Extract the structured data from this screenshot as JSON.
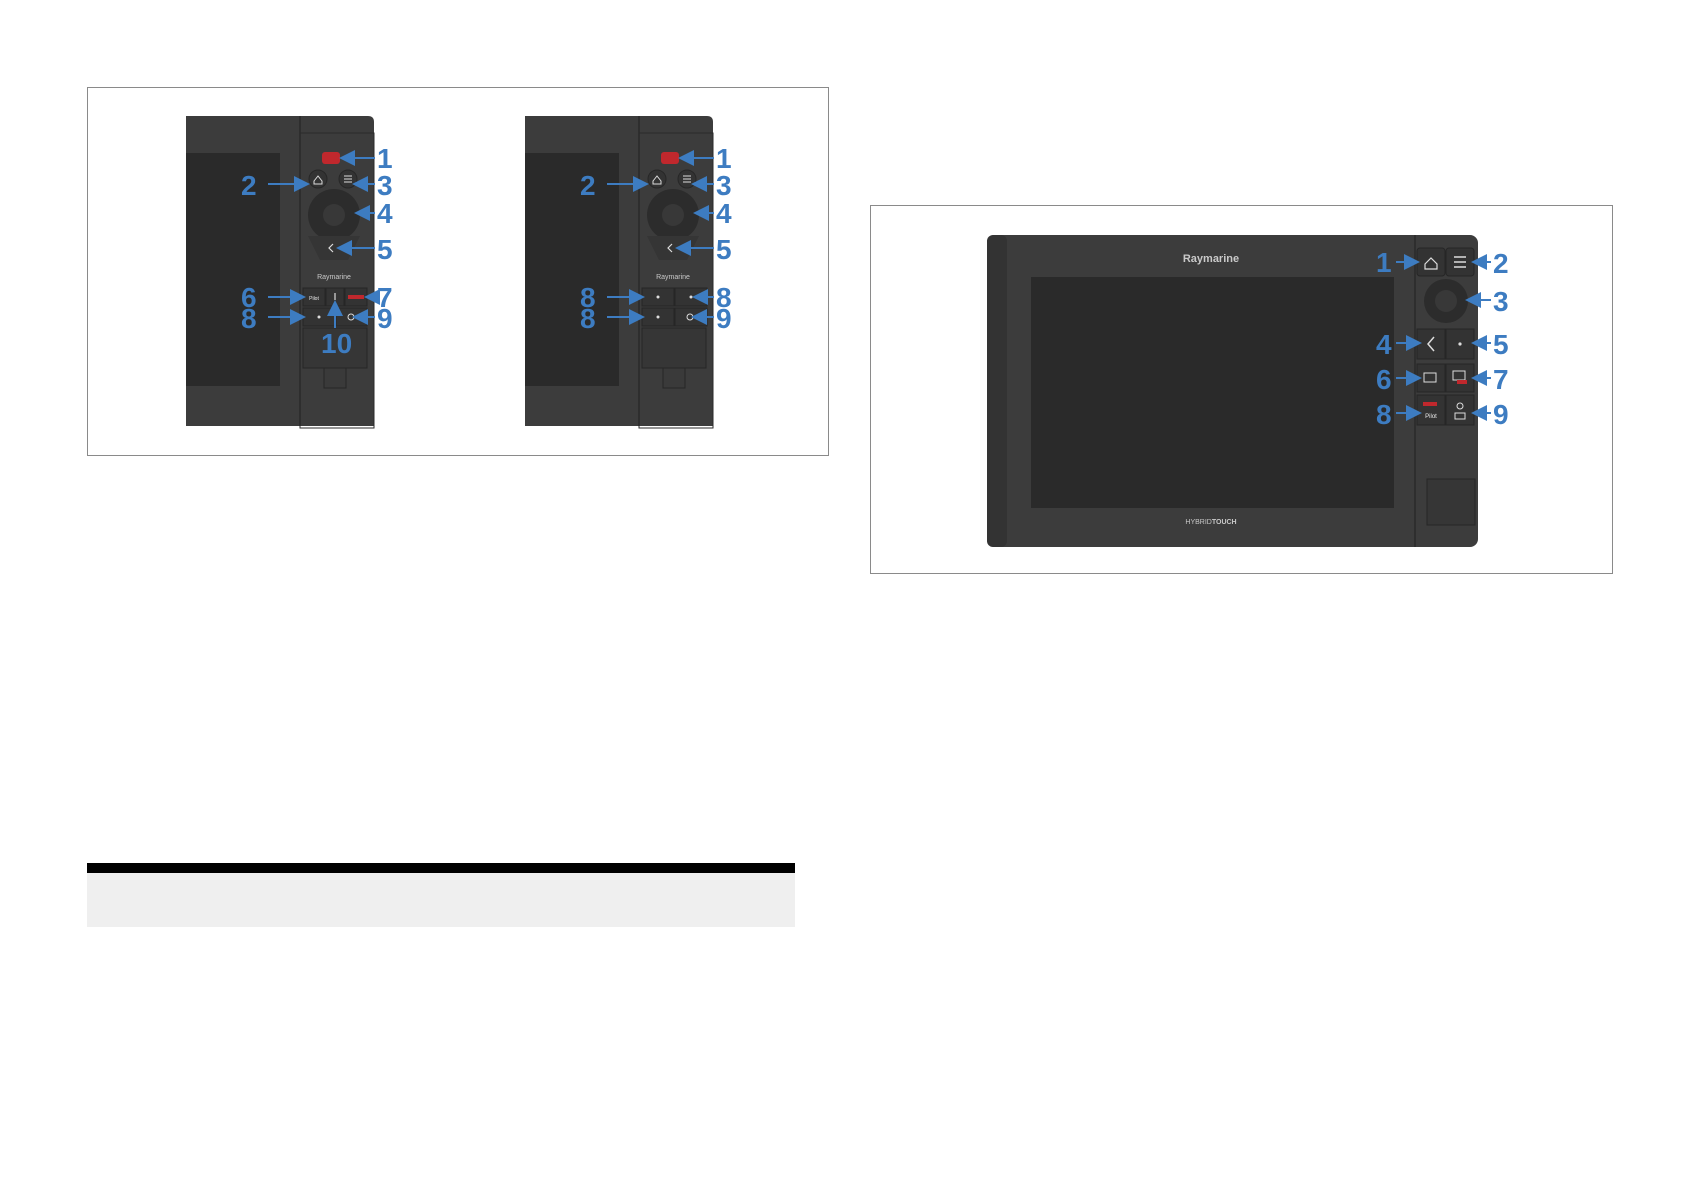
{
  "figure_left": {
    "variants": [
      {
        "callouts": [
          "1",
          "2",
          "3",
          "4",
          "5",
          "6",
          "7",
          "8",
          "9",
          "10"
        ],
        "brand_text": "Raymarine",
        "pilot_button_text": "Pilot"
      },
      {
        "callouts": [
          "1",
          "2",
          "3",
          "4",
          "5",
          "8",
          "8",
          "8",
          "9"
        ],
        "brand_text": "Raymarine"
      }
    ]
  },
  "figure_right": {
    "brand_text": "Raymarine",
    "model_text_prefix": "HYBRID",
    "model_text_suffix": "TOUCH",
    "pilot_button_text": "Pilot",
    "callouts": [
      "1",
      "2",
      "3",
      "4",
      "5",
      "6",
      "7",
      "8",
      "9"
    ]
  },
  "note": {
    "text": ""
  },
  "colors": {
    "callout": "#3d7cc1",
    "device_body": "#3c3c3c",
    "screen": "#2b2b2b",
    "mob_red": "#c0282d"
  }
}
